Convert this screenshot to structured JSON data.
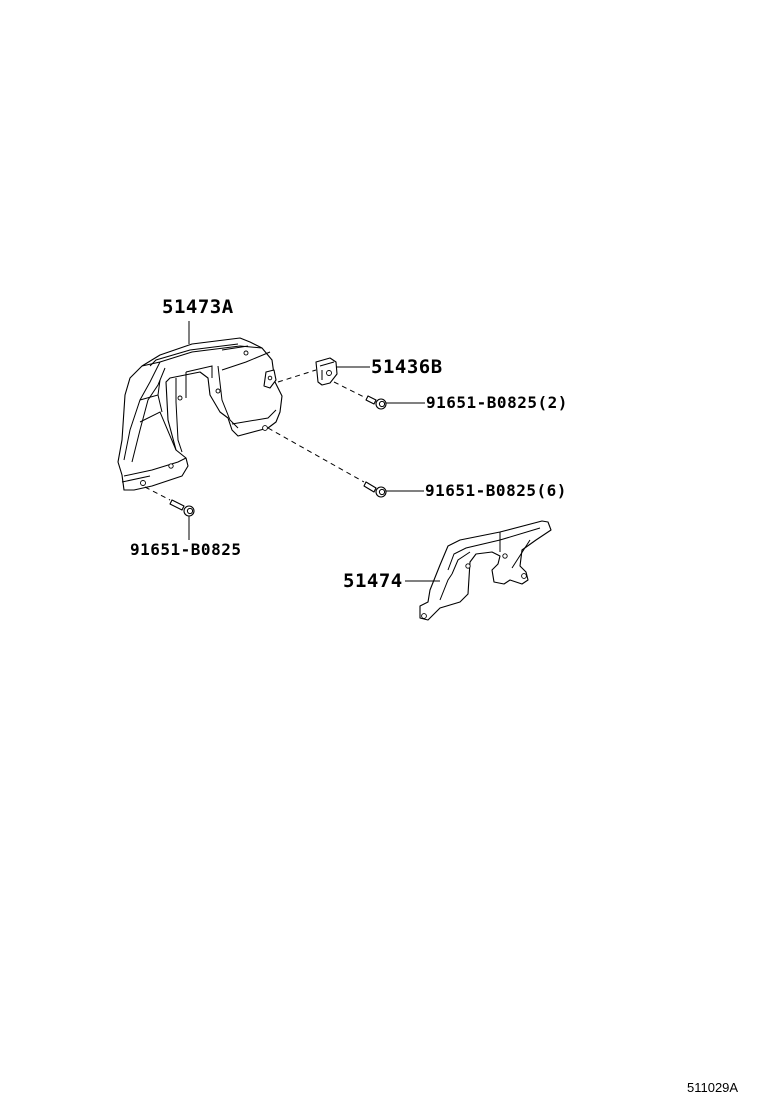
{
  "diagram": {
    "type": "exploded parts diagram",
    "callouts": [
      {
        "id": "p51473A",
        "label": "51473A"
      },
      {
        "id": "p51436B",
        "label": "51436B"
      },
      {
        "id": "bolt_upper",
        "label": "91651-B0825(2)"
      },
      {
        "id": "bolt_right",
        "label": "91651-B0825(6)"
      },
      {
        "id": "bolt_left",
        "label": "91651-B0825"
      },
      {
        "id": "p51474",
        "label": "51474"
      }
    ],
    "reference_code": "511029A"
  }
}
